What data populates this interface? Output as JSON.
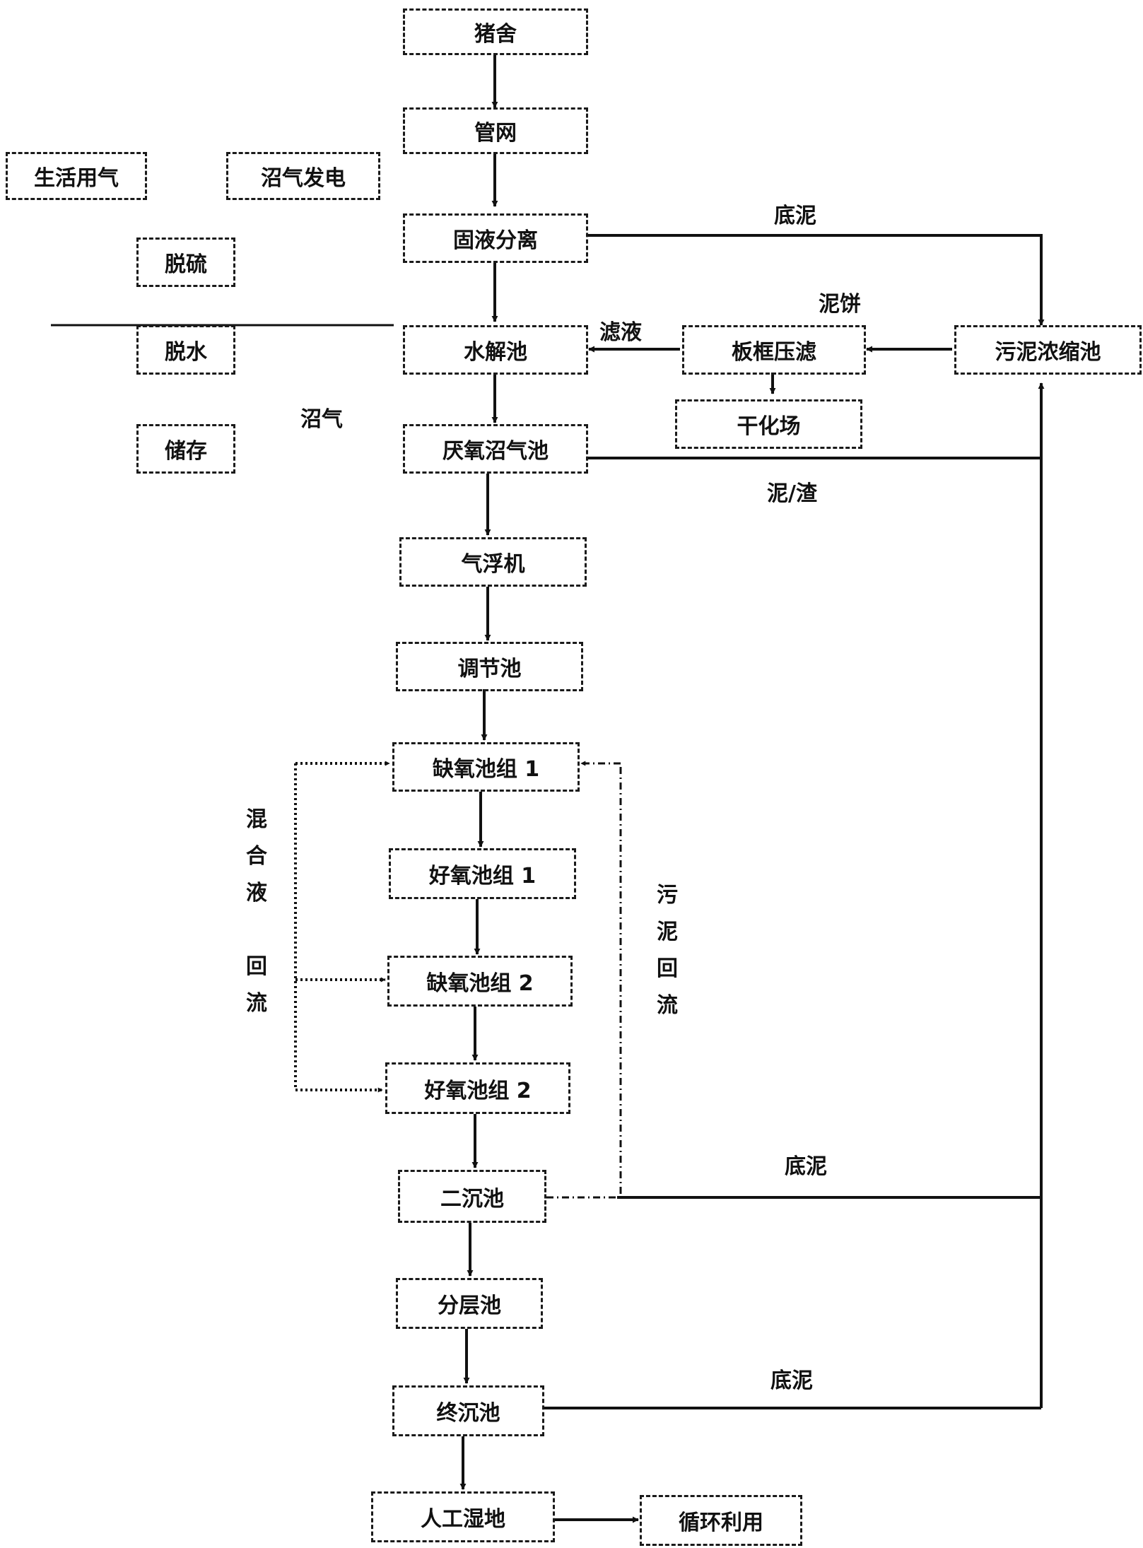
{
  "diagram": {
    "nodes": {
      "pig_house": "猪舍",
      "pipe_network": "管网",
      "domestic_gas": "生活用气",
      "biogas_power": "沼气发电",
      "desulfurization": "脱硫",
      "solid_liquid_separation": "固液分离",
      "dehydration": "脱水",
      "hydrolysis_tank": "水解池",
      "plate_frame_filter": "板框压滤",
      "sludge_thickener": "污泥浓缩池",
      "storage": "储存",
      "drying_yard": "干化场",
      "anaerobic_digester": "厌氧沼气池",
      "air_flotation": "气浮机",
      "equalization_tank": "调节池",
      "anoxic_group_1": "缺氧池组 1",
      "aerobic_group_1": "好氧池组 1",
      "anoxic_group_2": "缺氧池组 2",
      "aerobic_group_2": "好氧池组 2",
      "secondary_clarifier": "二沉池",
      "stratification_tank": "分层池",
      "final_clarifier": "终沉池",
      "constructed_wetland": "人工湿地",
      "recycling": "循环利用"
    },
    "labels": {
      "bottom_sludge_1": "底泥",
      "mud_cake": "泥饼",
      "filtrate": "滤液",
      "biogas": "沼气",
      "sludge_scum": "泥/渣",
      "bottom_sludge_2": "底泥",
      "bottom_sludge_3": "底泥"
    },
    "vertical_labels": {
      "mixed_liquor_return": [
        "混",
        "合",
        "液",
        "",
        "回",
        "流"
      ],
      "sludge_return": [
        "污",
        "泥",
        "回",
        "流"
      ]
    }
  }
}
